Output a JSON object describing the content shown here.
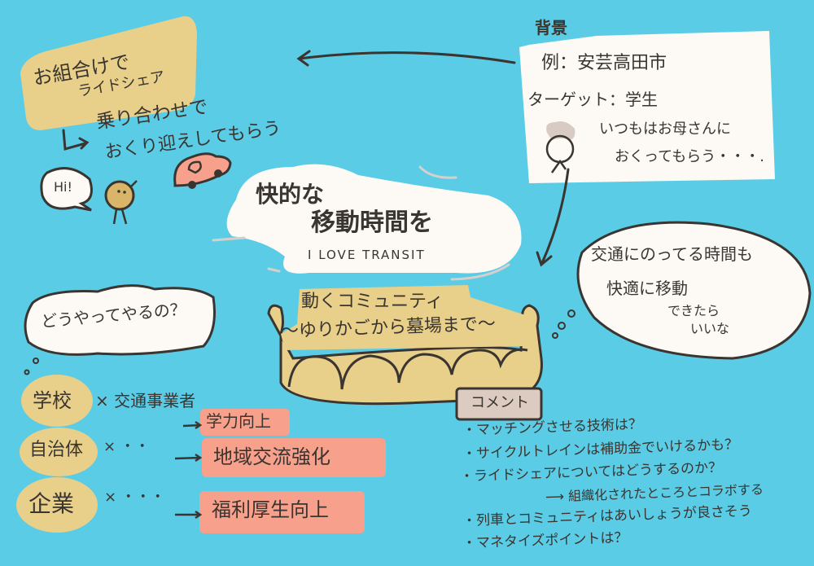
{
  "colors": {
    "background": "#5bcce6",
    "tan": "#e8cf8a",
    "salmon": "#f7a08b",
    "white": "#fdfaf6",
    "ink": "#3a3530",
    "comment_box": "#dccbc0"
  },
  "rideshare": {
    "title_1": "お組合けで",
    "title_2": "ライドシェア",
    "note_1": "乗り合わせで",
    "note_2": "おくり迎えしてもらう",
    "greeting": "Hi!"
  },
  "background_box": {
    "label": "背景",
    "example": "例：安芸高田市",
    "target": "ターゲット：学生",
    "quote_1": "いつもはお母さんに",
    "quote_2": "おくってもらう・・・."
  },
  "center": {
    "title_1": "快的な",
    "title_2": "移動時間を",
    "tagline": "I LOVE TRANSIT",
    "community_1": "動くコミュニティ",
    "community_2": "〜ゆりかごから墓場まで〜"
  },
  "wish_bubble": {
    "line_1": "交通にのってる時間も",
    "line_2": "快適に移動",
    "line_3": "できたら",
    "line_4": "いいな"
  },
  "how": {
    "question": "どうやってやるの？",
    "rows": [
      {
        "actor": "学校",
        "partner": "× 交通事業者",
        "result": "学力向上"
      },
      {
        "actor": "自治体",
        "partner": "× ・・",
        "result": "地域交流強化"
      },
      {
        "actor": "企業",
        "partner": "× ・・・",
        "result": "福利厚生向上"
      }
    ]
  },
  "comments": {
    "label": "コメント",
    "items": [
      "・マッチングさせる技術は？",
      "・サイクルトレインは補助金でいけるかも？",
      "・ライドシェアについてはどうするのか？",
      "⟶ 組織化されたところとコラボする",
      "・列車とコミュニティはあいしょうが良さそう",
      "・マネタイズポイントは？"
    ]
  }
}
